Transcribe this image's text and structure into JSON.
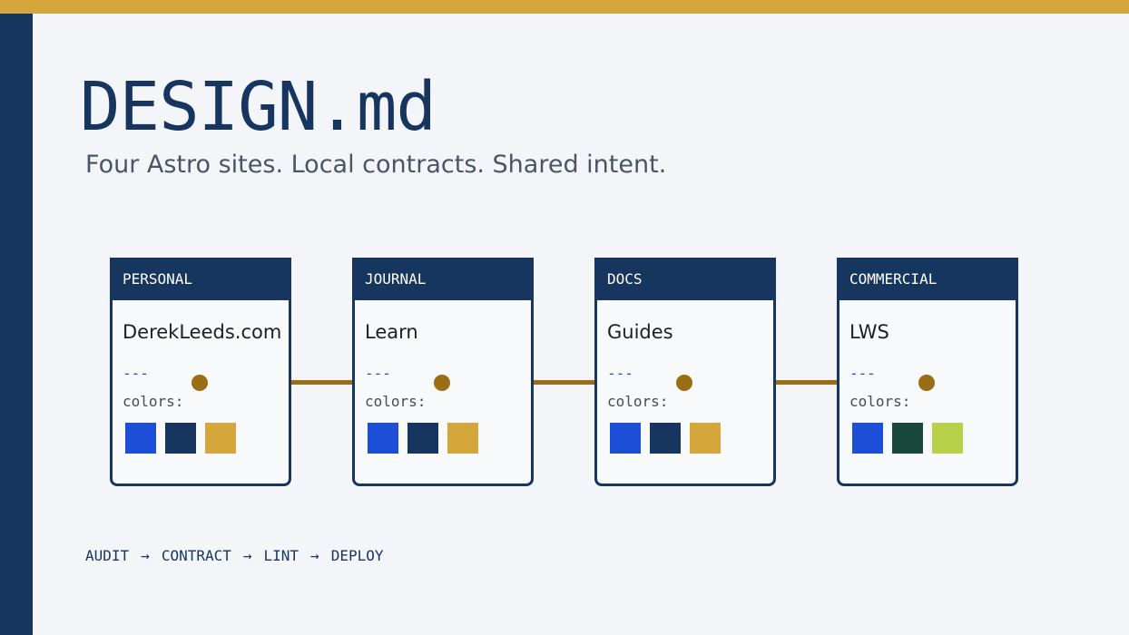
{
  "title": "DESIGN.md",
  "subtitle": "Four Astro sites. Local contracts. Shared intent.",
  "cards": [
    {
      "category": "PERSONAL",
      "name": "DerekLeeds.com",
      "dash": "---",
      "colors_label": "colors:",
      "swatches": [
        "#1d4ed8",
        "#16355f",
        "#d4a63c"
      ]
    },
    {
      "category": "JOURNAL",
      "name": "Learn",
      "dash": "---",
      "colors_label": "colors:",
      "swatches": [
        "#1d4ed8",
        "#16355f",
        "#d4a63c"
      ]
    },
    {
      "category": "DOCS",
      "name": "Guides",
      "dash": "---",
      "colors_label": "colors:",
      "swatches": [
        "#1d4ed8",
        "#16355f",
        "#d4a63c"
      ]
    },
    {
      "category": "COMMERCIAL",
      "name": "LWS",
      "dash": "---",
      "colors_label": "colors:",
      "swatches": [
        "#1d4ed8",
        "#17483a",
        "#b8d04a"
      ]
    }
  ],
  "pipeline": {
    "steps": [
      "AUDIT",
      "CONTRACT",
      "LINT",
      "DEPLOY"
    ],
    "arrow": "→"
  },
  "colors": {
    "accent_gold": "#d4a63c",
    "navy": "#16355f",
    "connector": "#9a6e15"
  }
}
